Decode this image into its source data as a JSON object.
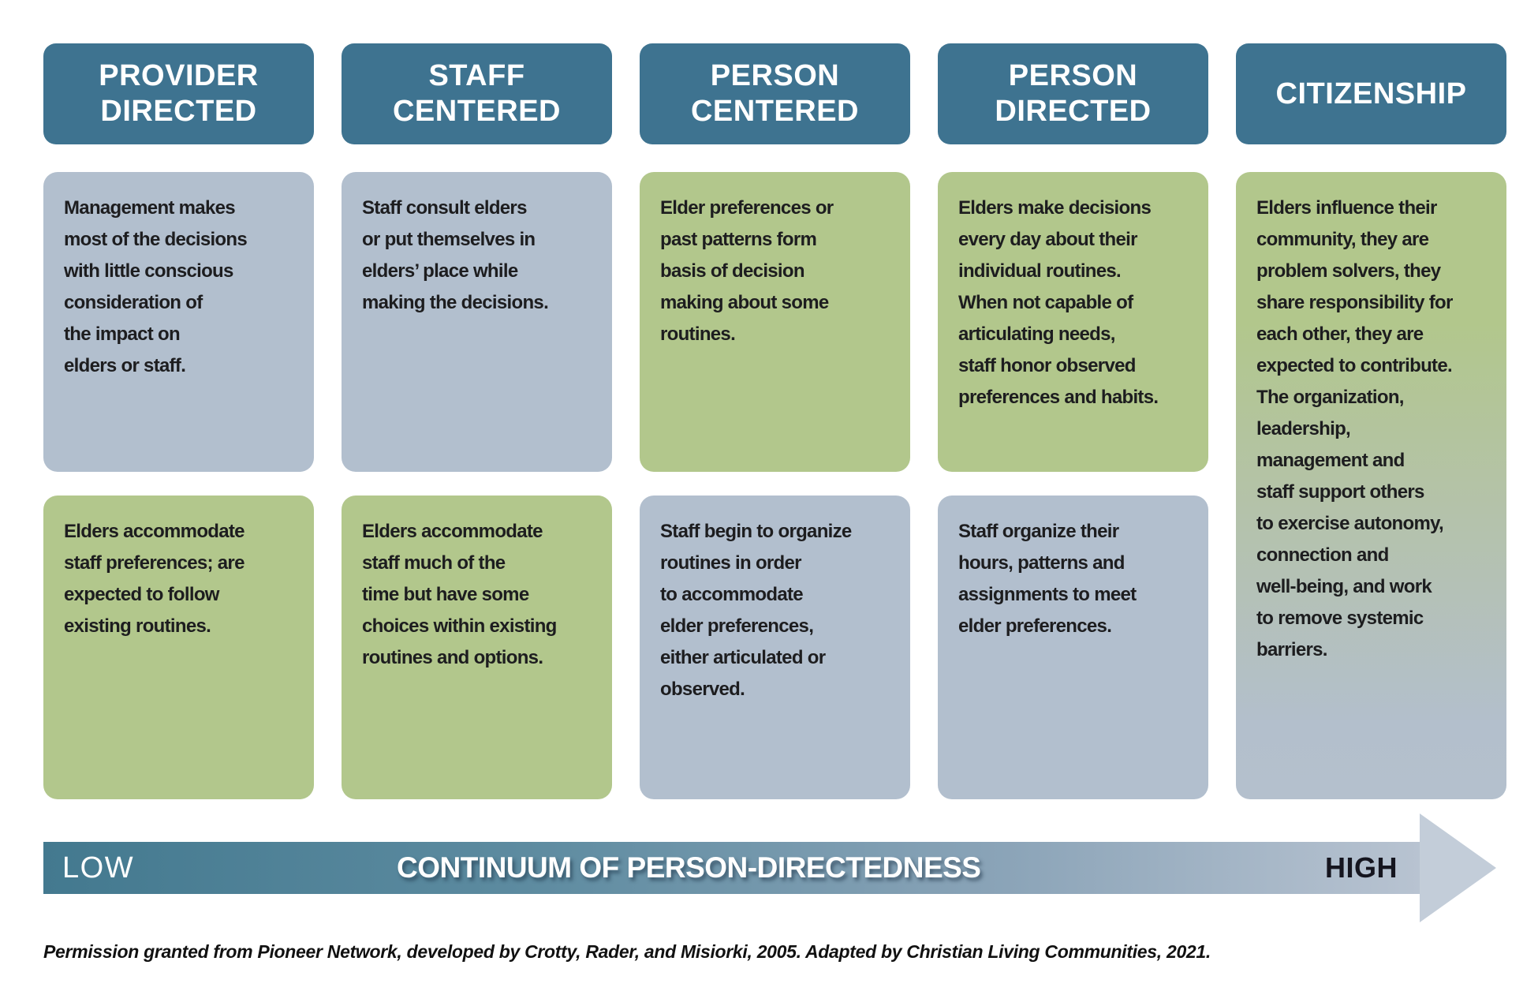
{
  "columns": [
    {
      "header": "PROVIDER\nDIRECTED",
      "boxes": [
        {
          "tone": "blue",
          "text": "Management makes\nmost of the decisions\nwith little conscious\nconsideration of\nthe impact on\nelders or staff."
        },
        {
          "tone": "green",
          "text": "Elders accommodate\nstaff preferences; are\nexpected to follow\nexisting routines."
        }
      ]
    },
    {
      "header": "STAFF\nCENTERED",
      "boxes": [
        {
          "tone": "blue",
          "text": "Staff consult elders\nor put themselves in\nelders’ place while\nmaking the decisions."
        },
        {
          "tone": "green",
          "text": "Elders accommodate\nstaff much of the\ntime but have some\nchoices within existing\nroutines and options."
        }
      ]
    },
    {
      "header": "PERSON\nCENTERED",
      "boxes": [
        {
          "tone": "green",
          "text": "Elder preferences or\npast patterns form\nbasis of decision\nmaking about some\nroutines."
        },
        {
          "tone": "blue",
          "text": "Staff begin to organize\nroutines in order\nto accommodate\nelder preferences,\neither articulated or\nobserved."
        }
      ]
    },
    {
      "header": "PERSON\nDIRECTED",
      "boxes": [
        {
          "tone": "green",
          "text": "Elders make decisions\nevery day about their\nindividual routines.\nWhen not capable of\narticulating needs,\nstaff honor observed\npreferences and habits."
        },
        {
          "tone": "blue",
          "text": "Staff organize their\nhours, patterns and\nassignments to meet\nelder preferences."
        }
      ]
    },
    {
      "header": "CITIZENSHIP",
      "boxes": [
        {
          "tone": "green-to-blue-gradient",
          "text": "Elders influence their\ncommunity, they are\nproblem solvers, they\nshare responsibility for\neach other, they are\nexpected to contribute.\nThe organization,\nleadership,\nmanagement and\nstaff support others\nto exercise autonomy,\nconnection and\nwell-being, and work\nto remove systemic\nbarriers."
        }
      ]
    }
  ],
  "continuum_bar": {
    "low_label": "LOW",
    "center_label": "CONTINUUM OF PERSON-DIRECTEDNESS",
    "high_label": "HIGH"
  },
  "citation": "Permission granted from Pioneer Network, developed by Crotty, Rader, and Misiorki, 2005. Adapted by Christian Living Communities, 2021.",
  "colors": {
    "header_teal": "#3e7390",
    "box_blue": "#b2bfce",
    "box_green": "#b2c78c",
    "bar_gradient_start": "#43798f",
    "bar_gradient_end": "#b8c3d1",
    "arrow_head": "#c3cdd9",
    "body_text": "#1d1d1f"
  }
}
